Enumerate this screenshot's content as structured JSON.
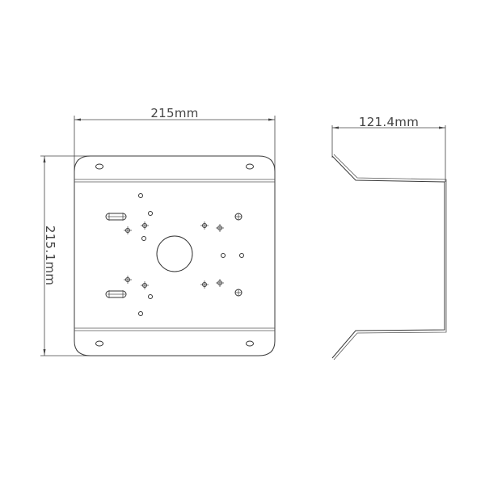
{
  "drawing": {
    "title": "Pole mount bracket dimension drawing",
    "front_view": {
      "width_label": "215mm",
      "height_label": "215.1mm"
    },
    "side_view": {
      "depth_label": "121.4mm"
    },
    "colors": {
      "line": "#3a3a3a",
      "background": "#ffffff"
    }
  }
}
